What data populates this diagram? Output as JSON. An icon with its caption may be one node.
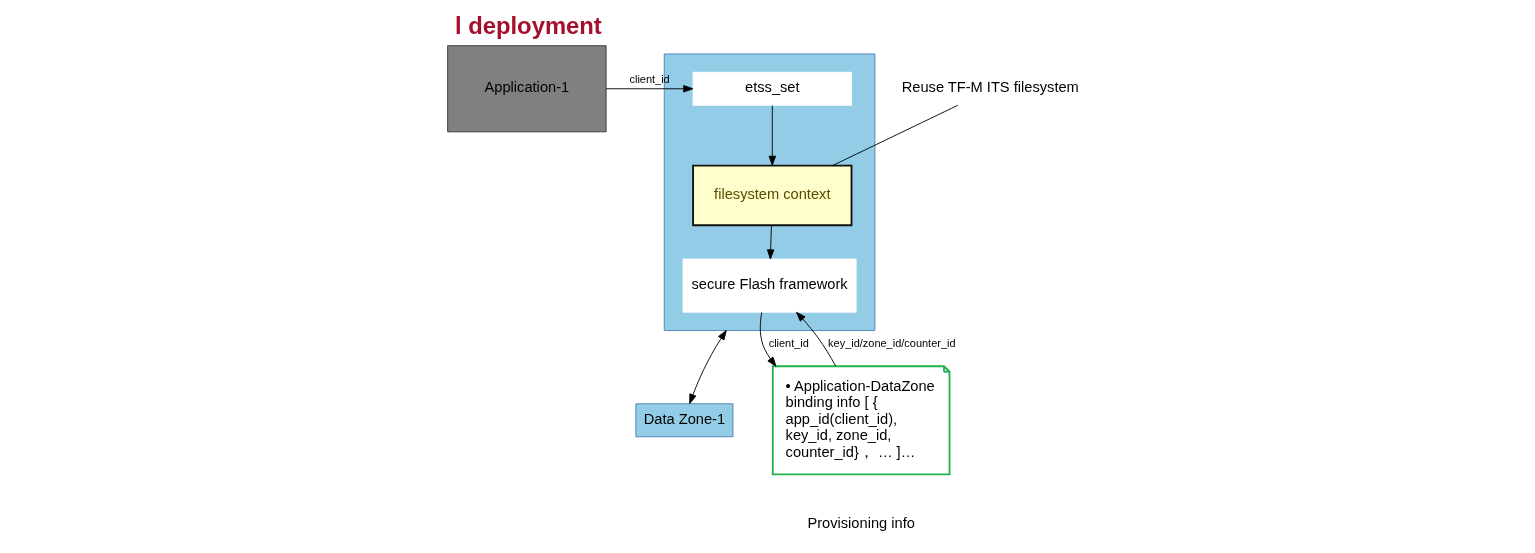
{
  "diagram": {
    "title": "l deployment",
    "nodes": [
      {
        "text": [
          "Application-1"
        ]
      },
      {
        "text": [],
        "shape": "box"
      },
      {
        "text": [
          "etss_set"
        ],
        "in": 1
      },
      {
        "text": [
          "filesystem context"
        ],
        "in": 1
      },
      {
        "text": [
          "secure Flash framework"
        ],
        "in": 1
      },
      {
        "text": [
          "Data Zone-1"
        ]
      },
      {
        "text": [
          "• Application-DataZone binding info [ { app_id(client_id), key_id, zone_id, counter_id}， … ]…"
        ],
        "beside": [
          "Provisioning info"
        ]
      },
      {
        "text": [
          "Reuse TF-M ITS filesystem"
        ]
      }
    ],
    "edges": [
      {
        "from": 0,
        "to": 2,
        "arrow": "to",
        "label": "client_id"
      },
      {
        "from": 2,
        "to": 3,
        "arrow": "to"
      },
      {
        "from": 3,
        "to": 4,
        "arrow": "to"
      },
      {
        "from": 1,
        "to": 5,
        "arrow": "both"
      },
      {
        "from": 4,
        "to": 6,
        "arrow": "to",
        "label": "client_id"
      },
      {
        "from": 6,
        "to": 4,
        "arrow": "to",
        "label": "key_id/zone_id/counter_id"
      },
      {
        "from": 7,
        "to": 3,
        "arrow": "none"
      }
    ]
  }
}
